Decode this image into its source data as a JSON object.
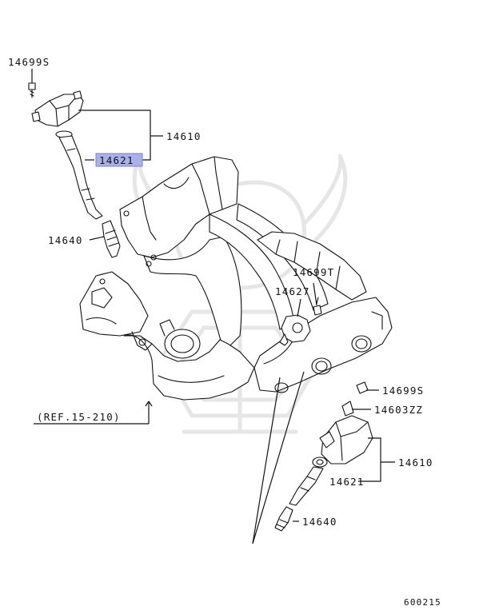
{
  "labels": {
    "bolt_top": "14699S",
    "coil_assy_top": "14610",
    "ignition_coil_top": "14621",
    "spark_plug_top": "14640",
    "bolt_mid": "14699T",
    "sensor": "14627",
    "ref": "(REF.15-210)",
    "bolt_right": "14699S",
    "bracket_right": "14603ZZ",
    "coil_assy_right": "14610",
    "ignition_coil_right": "14621",
    "spark_plug_right": "14640",
    "diagram_code": "600215"
  },
  "highlight_color": "#aab0e8"
}
